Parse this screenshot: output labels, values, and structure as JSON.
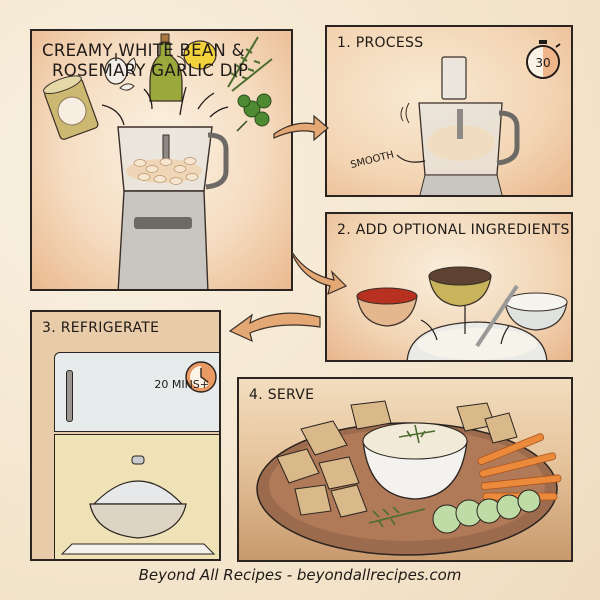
{
  "title": {
    "line1": "CREAMY WHITE BEAN &",
    "line2": "ROSEMARY GARLIC DIP"
  },
  "intro": {
    "ingredients": [
      "garlic",
      "olive oil",
      "lemon",
      "rosemary",
      "parsley",
      "canned white beans"
    ],
    "appliance": "food processor"
  },
  "steps": [
    {
      "label": "1. PROCESS",
      "annotation": "SMOOTH",
      "timer": "30",
      "timer_icon": "stopwatch-icon"
    },
    {
      "label": "2. ADD OPTIONAL INGREDIENTS",
      "items": [
        "sun-dried tomatoes",
        "olives",
        "yogurt"
      ]
    },
    {
      "label": "3. REFRIGERATE",
      "duration": "20 MINS+",
      "timer_icon": "clock-icon"
    },
    {
      "label": "4. SERVE",
      "items": [
        "bread",
        "dip bowl",
        "carrot sticks",
        "cucumber slices",
        "rosemary"
      ]
    }
  ],
  "footer": "Beyond All Recipes - beyondallrecipes.com",
  "colors": {
    "background": "#f6ecd9",
    "border": "#2b2420",
    "arrow": "#e3a874",
    "accent_orange": "#e89a62"
  }
}
